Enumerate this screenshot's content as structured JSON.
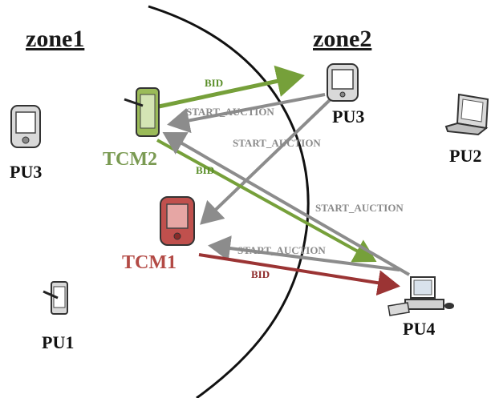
{
  "zones": {
    "zone1": "zone1",
    "zone2": "zone2"
  },
  "nodes": {
    "pu3_left": "PU3",
    "pu1": "PU1",
    "tcm2": "TCM2",
    "tcm1": "TCM1",
    "pu3_right": "PU3",
    "pu2": "PU2",
    "pu4": "PU4"
  },
  "edges": {
    "bid_tcm2_pu3": "BID",
    "start_auction_pu3_tcm2": "START_AUCTION",
    "start_auction_pu3_tcm1": "START_AUCTION",
    "bid_tcm2_pu4": "BID",
    "start_auction_pu4_tcm2": "START_AUCTION",
    "start_auction_pu4_tcm1": "START_AUCTION",
    "bid_tcm1_pu4": "BID"
  },
  "colors": {
    "gray_arrow": "#8c8c8c",
    "green_arrow": "#76a03a",
    "red_arrow": "#9b3434",
    "tcm2_accent": "#7a9a52",
    "tcm1_accent": "#c0504d"
  }
}
